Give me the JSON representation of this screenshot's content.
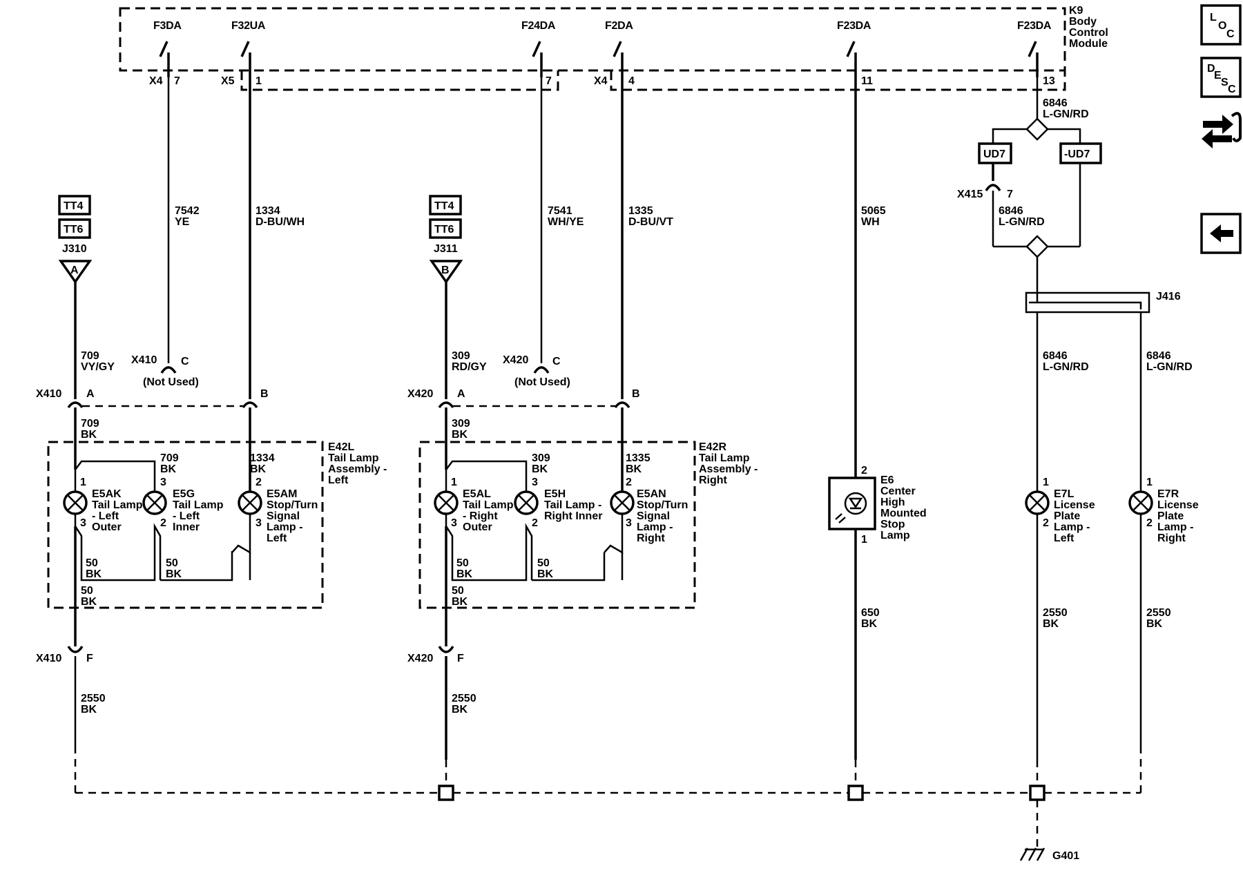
{
  "module": {
    "ref": "K9",
    "name_line1": "Body",
    "name_line2": "Control",
    "name_line3": "Module"
  },
  "fuses": {
    "f3da": "F3DA",
    "f32ua": "F32UA",
    "f24da": "F24DA",
    "f2da": "F2DA",
    "f23da_a": "F23DA",
    "f23da_b": "F23DA"
  },
  "connectors": {
    "x4_a": "X4",
    "x4_a_pin": "7",
    "x5": "X5",
    "x5_pin": "1",
    "x24_pin": "7",
    "x4_b": "X4",
    "x4_b_pin": "4",
    "p11": "11",
    "p13": "13"
  },
  "wires": {
    "w7542_num": "7542",
    "w7542_col": "YE",
    "w1334_num": "1334",
    "w1334_col": "D-BU/WH",
    "w7541_num": "7541",
    "w7541_col": "WH/YE",
    "w1335_num": "1335",
    "w1335_col": "D-BU/VT",
    "w5065_num": "5065",
    "w5065_col": "WH",
    "w6846a_num": "6846",
    "w6846a_col": "L-GN/RD",
    "w6846b_num": "6846",
    "w6846b_col": "L-GN/RD",
    "w6846c_num": "6846",
    "w6846c_col": "L-GN/RD",
    "w6846d_num": "6846",
    "w6846d_col": "L-GN/RD",
    "w709_num": "709",
    "w709_col": "VY/GY",
    "w309_num": "309",
    "w309_col": "RD/GY",
    "w709bk_num": "709",
    "w709bk_col": "BK",
    "w709bk2_num": "709",
    "w709bk2_col": "BK",
    "w1334bk_num": "1334",
    "w1334bk_col": "BK",
    "w309bk_num": "309",
    "w309bk_col": "BK",
    "w309bk2_num": "309",
    "w309bk2_col": "BK",
    "w1335bk_num": "1335",
    "w1335bk_col": "BK",
    "w50a_num": "50",
    "w50a_col": "BK",
    "w50b_num": "50",
    "w50b_col": "BK",
    "w50c_num": "50",
    "w50c_col": "BK",
    "w50d_num": "50",
    "w50d_col": "BK",
    "w50e_num": "50",
    "w50e_col": "BK",
    "w50f_num": "50",
    "w50f_col": "BK",
    "w2550a_num": "2550",
    "w2550a_col": "BK",
    "w2550b_num": "2550",
    "w2550b_col": "BK",
    "w650_num": "650",
    "w650_col": "BK",
    "w2550c_num": "2550",
    "w2550c_col": "BK",
    "w2550d_num": "2550",
    "w2550d_col": "BK"
  },
  "options": {
    "ud7": "UD7",
    "not_ud7": "-UD7",
    "x415": "X415",
    "x415_pin": "7",
    "j416": "J416"
  },
  "left_group": {
    "tt4": "TT4",
    "tt6": "TT6",
    "splice": "J310",
    "splice_letter": "A",
    "x410_unused": "X410",
    "x410_unused_pin": "C",
    "not_used": "(Not Used)",
    "x410_top": "X410",
    "pin_a": "A",
    "pin_b": "B",
    "x410_bottom": "X410",
    "pin_f": "F",
    "assembly_ref": "E42L",
    "assembly_l1": "Tail Lamp",
    "assembly_l2": "Assembly -",
    "assembly_l3": "Left",
    "lamp1_ref": "E5AK",
    "lamp1_l1": "Tail Lamp",
    "lamp1_l2": "- Left",
    "lamp1_l3": "Outer",
    "lamp1_p1": "1",
    "lamp1_p3": "3",
    "lamp2_ref": "E5G",
    "lamp2_l1": "Tail Lamp",
    "lamp2_l2": "- Left",
    "lamp2_l3": "Inner",
    "lamp2_p3": "3",
    "lamp2_p2": "2",
    "lamp3_ref": "E5AM",
    "lamp3_l1": "Stop/Turn",
    "lamp3_l2": "Signal",
    "lamp3_l3": "Lamp -",
    "lamp3_l4": "Left",
    "lamp3_p2": "2",
    "lamp3_p3": "3"
  },
  "right_group": {
    "tt4": "TT4",
    "tt6": "TT6",
    "splice": "J311",
    "splice_letter": "B",
    "x420_unused": "X420",
    "x420_unused_pin": "C",
    "not_used": "(Not Used)",
    "x420_top": "X420",
    "pin_a": "A",
    "pin_b": "B",
    "x420_bottom": "X420",
    "pin_f": "F",
    "assembly_ref": "E42R",
    "assembly_l1": "Tail Lamp",
    "assembly_l2": "Assembly -",
    "assembly_l3": "Right",
    "lamp1_ref": "E5AL",
    "lamp1_l1": "Tail Lamp",
    "lamp1_l2": "- Right",
    "lamp1_l3": "Outer",
    "lamp1_p1": "1",
    "lamp1_p3": "3",
    "lamp2_ref": "E5H",
    "lamp2_l1": "Tail Lamp -",
    "lamp2_l2": "Right Inner",
    "lamp2_p3": "3",
    "lamp2_p2": "2",
    "lamp3_ref": "E5AN",
    "lamp3_l1": "Stop/Turn",
    "lamp3_l2": "Signal",
    "lamp3_l3": "Lamp -",
    "lamp3_l4": "Right",
    "lamp3_p2": "2",
    "lamp3_p3": "3"
  },
  "chmsl": {
    "ref": "E6",
    "l1": "Center",
    "l2": "High",
    "l3": "Mounted",
    "l4": "Stop",
    "l5": "Lamp",
    "p2": "2",
    "p1": "1"
  },
  "plate_left": {
    "ref": "E7L",
    "l1": "License",
    "l2": "Plate",
    "l3": "Lamp -",
    "l4": "Left",
    "p1": "1",
    "p2": "2"
  },
  "plate_right": {
    "ref": "E7R",
    "l1": "License",
    "l2": "Plate",
    "l3": "Lamp -",
    "l4": "Right",
    "p1": "1",
    "p2": "2"
  },
  "ground": {
    "ref": "G401"
  },
  "nav": {
    "loc_l": "L",
    "loc_o": "O",
    "loc_c": "C",
    "desc_d": "D",
    "desc_e": "E",
    "desc_s": "S",
    "desc_c": "C"
  }
}
